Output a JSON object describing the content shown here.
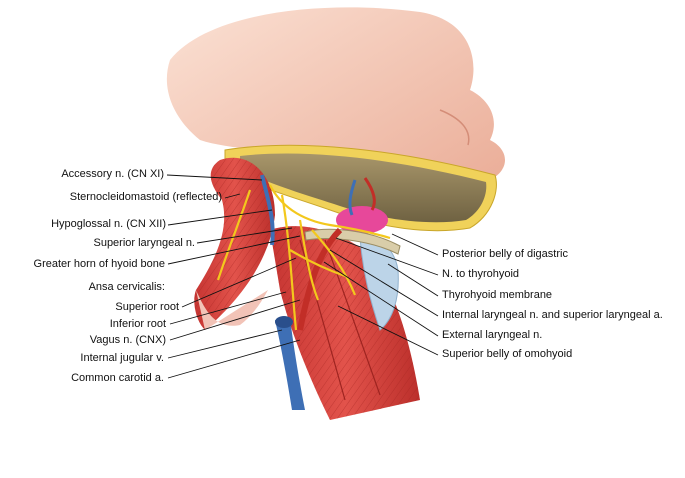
{
  "labels_left": [
    {
      "id": "accessory",
      "text": "Accessory n. (CN XI)"
    },
    {
      "id": "scm",
      "text": "Sternocleidomastoid (reflected)"
    },
    {
      "id": "hypoglossal",
      "text": "Hypoglossal n. (CN XII)"
    },
    {
      "id": "superior-laryngeal",
      "text": "Superior laryngeal n."
    },
    {
      "id": "greater-horn",
      "text": "Greater horn of hyoid bone"
    },
    {
      "id": "ansa-heading",
      "text": "Ansa cervicalis:"
    },
    {
      "id": "superior-root",
      "text": "Superior root"
    },
    {
      "id": "inferior-root",
      "text": "Inferior root"
    },
    {
      "id": "vagus",
      "text": "Vagus n. (CNX)"
    },
    {
      "id": "ijv",
      "text": "Internal jugular v."
    },
    {
      "id": "common-carotid",
      "text": "Common carotid a."
    }
  ],
  "labels_right": [
    {
      "id": "post-digastric",
      "text": "Posterior belly of digastric"
    },
    {
      "id": "n-thyrohyoid",
      "text": "N. to thyrohyoid"
    },
    {
      "id": "thyrohyoid-membrane",
      "text": "Thyrohyoid membrane"
    },
    {
      "id": "int-laryngeal",
      "text": "Internal laryngeal n. and superior laryngeal a."
    },
    {
      "id": "ext-laryngeal",
      "text": "External laryngeal n."
    },
    {
      "id": "omohyoid",
      "text": "Superior belly of omohyoid"
    }
  ],
  "colors": {
    "skin": "#f2c3ad",
    "muscle": "#d8433f",
    "bone": "#8a7a55",
    "fat": "#f6d23a",
    "nerve": "#f3c81d",
    "vein": "#3e6fb5",
    "artery": "#d1312a",
    "cartilage": "#bcd4e8"
  }
}
